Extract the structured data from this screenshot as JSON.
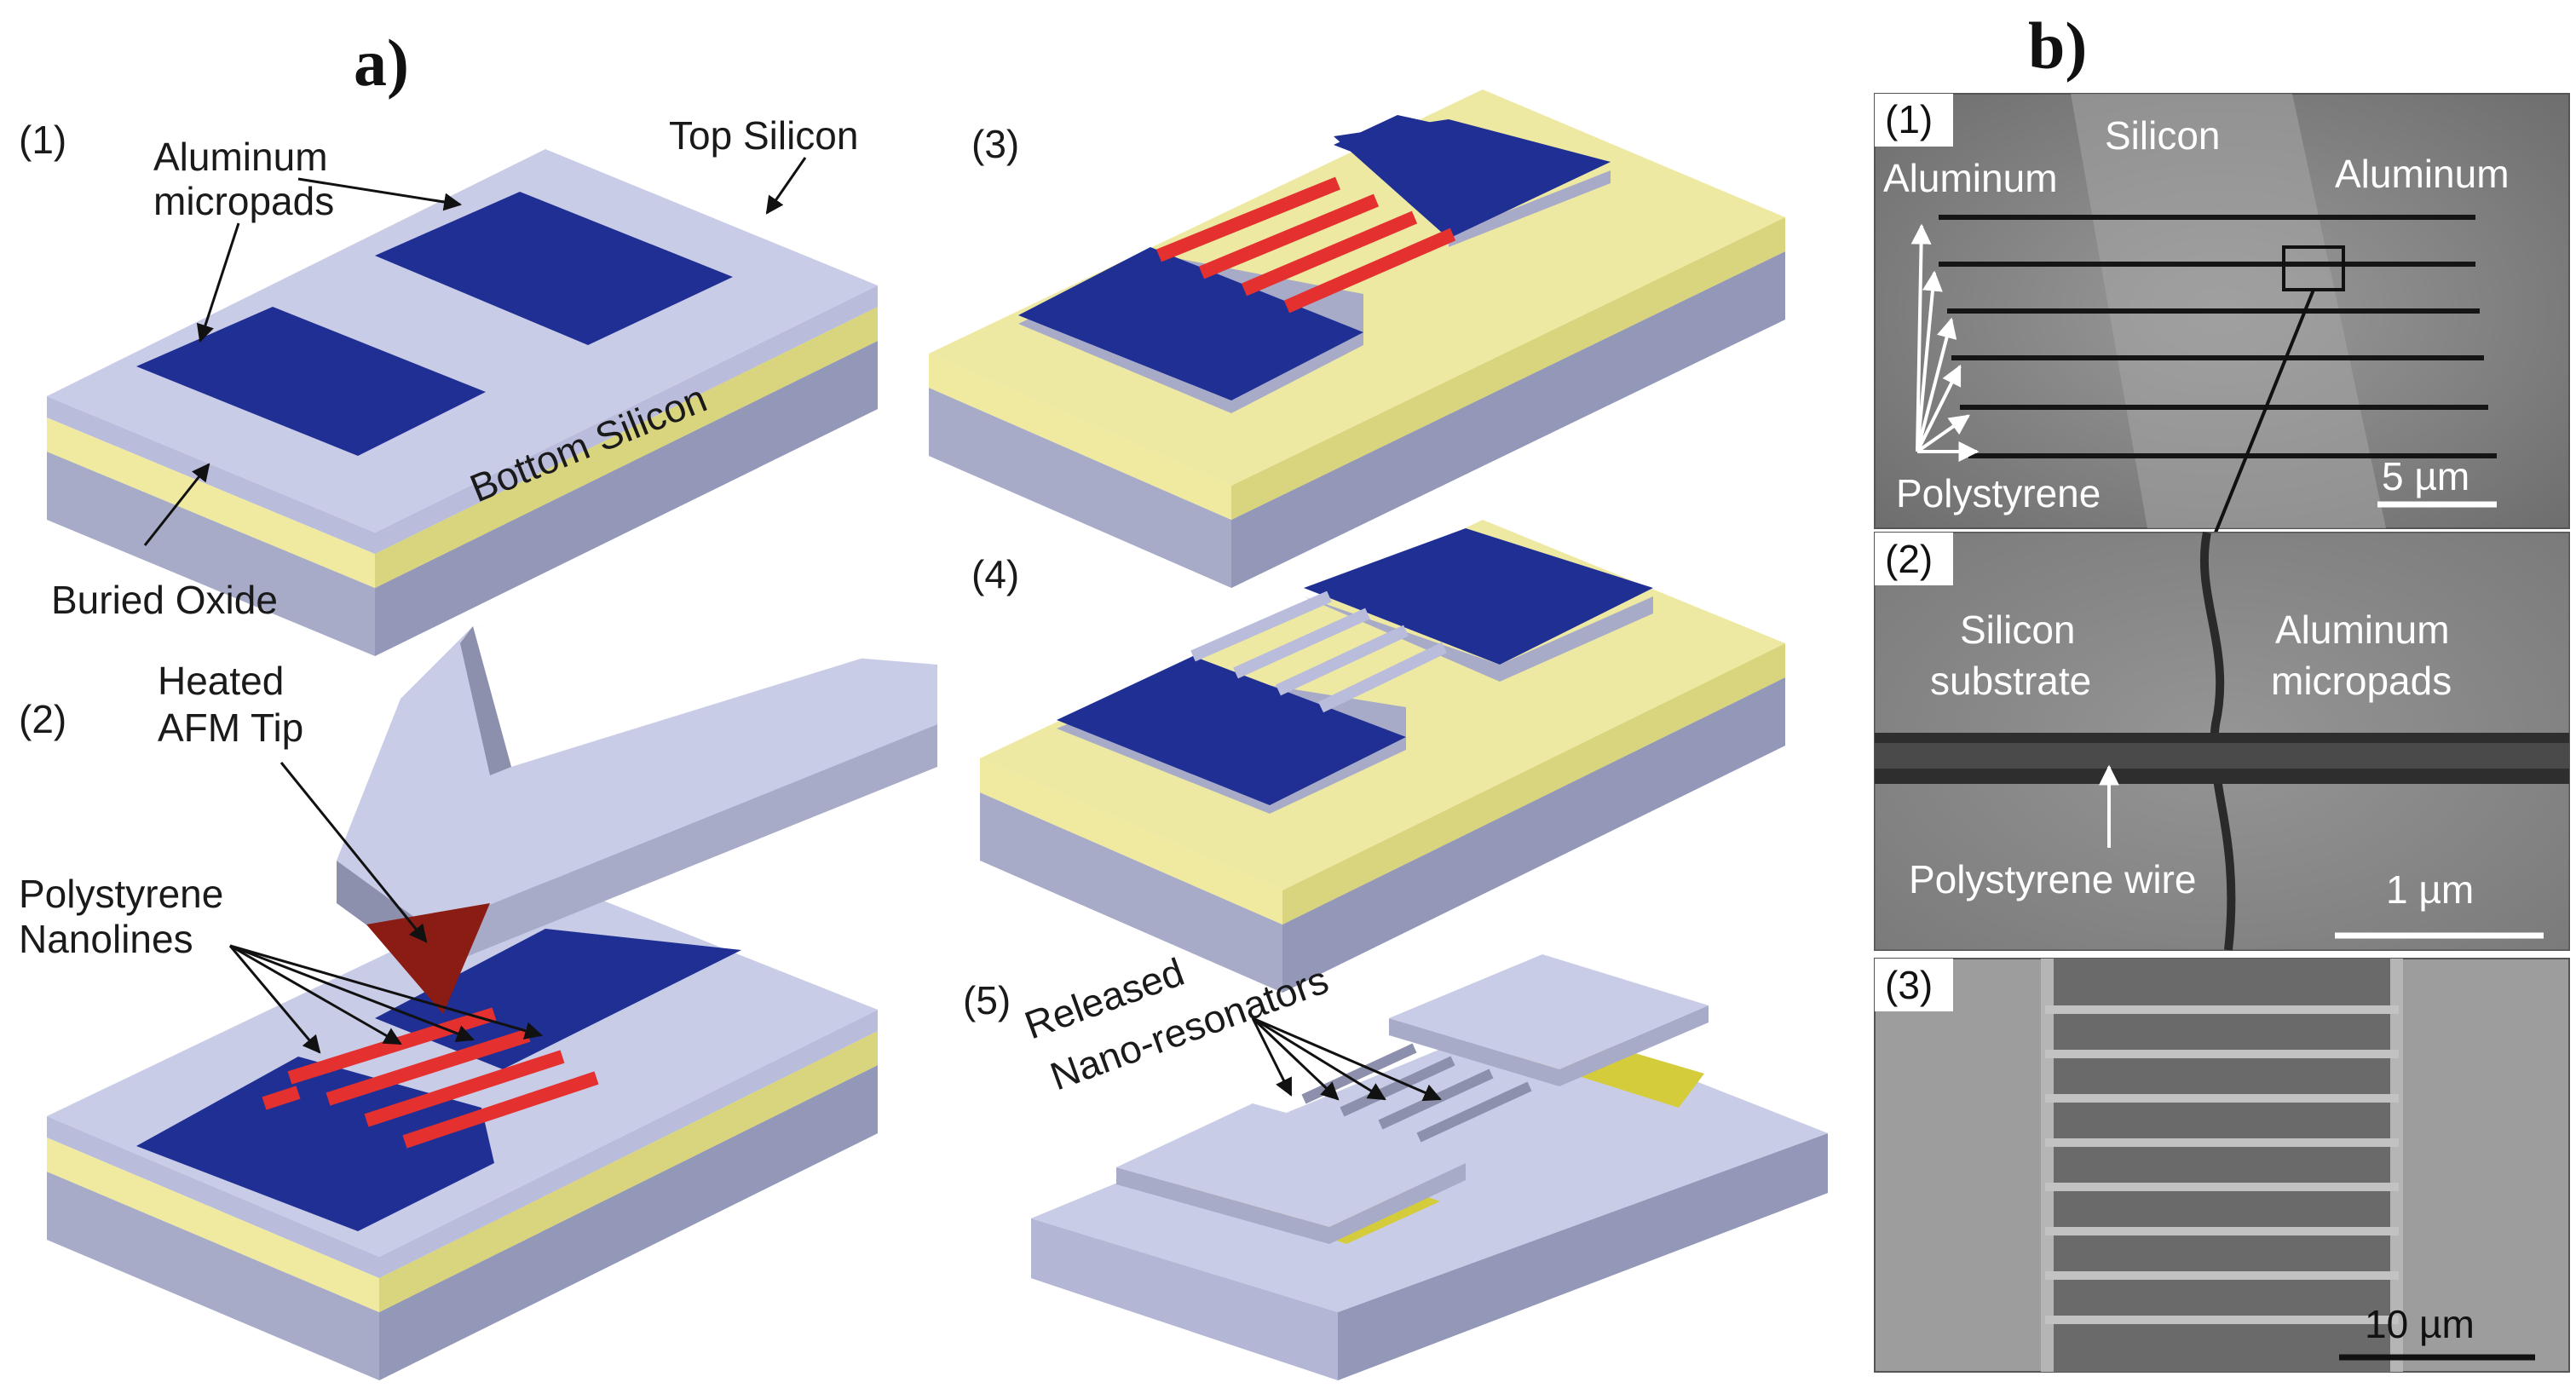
{
  "panel_a": {
    "letter": "a)",
    "steps": [
      "(1)",
      "(2)",
      "(3)",
      "(4)",
      "(5)"
    ],
    "labels": {
      "aluminum_micropads_1": "Aluminum",
      "aluminum_micropads_2": "micropads",
      "top_silicon": "Top Silicon",
      "bottom_silicon": "Bottom Silicon",
      "buried_oxide": "Buried Oxide",
      "heated_afm_tip_1": "Heated",
      "heated_afm_tip_2": "AFM Tip",
      "polystyrene_nanolines_1": "Polystyrene",
      "polystyrene_nanolines_2": "Nanolines",
      "released_1": "Released",
      "released_2": "Nano-resonators"
    }
  },
  "panel_b": {
    "letter": "b)",
    "sem1": {
      "step": "(1)",
      "silicon": "Silicon",
      "aluminum_left": "Aluminum",
      "aluminum_right": "Aluminum",
      "polystyrene": "Polystyrene",
      "scale": "5 µm"
    },
    "sem2": {
      "step": "(2)",
      "silicon_1": "Silicon",
      "silicon_2": "substrate",
      "aluminum_1": "Aluminum",
      "aluminum_2": "micropads",
      "wire": "Polystyrene wire",
      "scale": "1 µm"
    },
    "sem3": {
      "step": "(3)",
      "scale": "10 µm"
    }
  },
  "colors": {
    "top_silicon": "#c9cce6",
    "bottom_silicon": "#a7abc8",
    "oxide": "#efeaa0",
    "pad": "#1f2f94",
    "polystyrene": "#e4302f",
    "tip": "#8a1c14"
  }
}
